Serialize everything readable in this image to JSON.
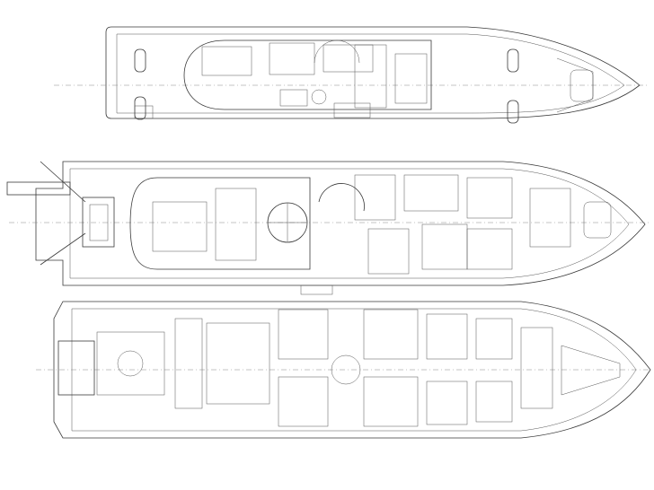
{
  "drawing": {
    "decks": [
      {
        "id": "upper-deck"
      },
      {
        "id": "main-deck"
      },
      {
        "id": "lower-deck"
      }
    ],
    "line_color": "#3a3a3a",
    "background": "#ffffff"
  }
}
